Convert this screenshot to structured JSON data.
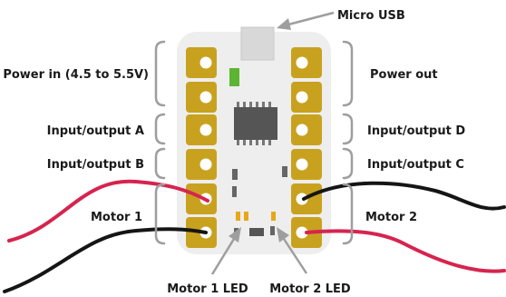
{
  "labels": {
    "micro_usb": "Micro USB",
    "power_in": "Power in (4.5 to 5.5V)",
    "power_out": "Power out",
    "io_a": "Input/output A",
    "io_b": "Input/output B",
    "io_c": "Input/output C",
    "io_d": "Input/output D",
    "motor1": "Motor 1",
    "motor2": "Motor 2",
    "motor1_led": "Motor 1 LED",
    "motor2_led": "Motor 2 LED"
  },
  "colors": {
    "board": "#eeeeee",
    "pad": "#c8a21e",
    "bracket": "#9e9e9e",
    "red_wire": "#d6244f",
    "black_wire": "#151515",
    "power_led": "#5cb531",
    "chip": "#555555",
    "motor_led": "#e6a817"
  },
  "icons": [
    "usb-connector-icon",
    "chip-icon",
    "power-led-icon",
    "motor-led-icon"
  ]
}
